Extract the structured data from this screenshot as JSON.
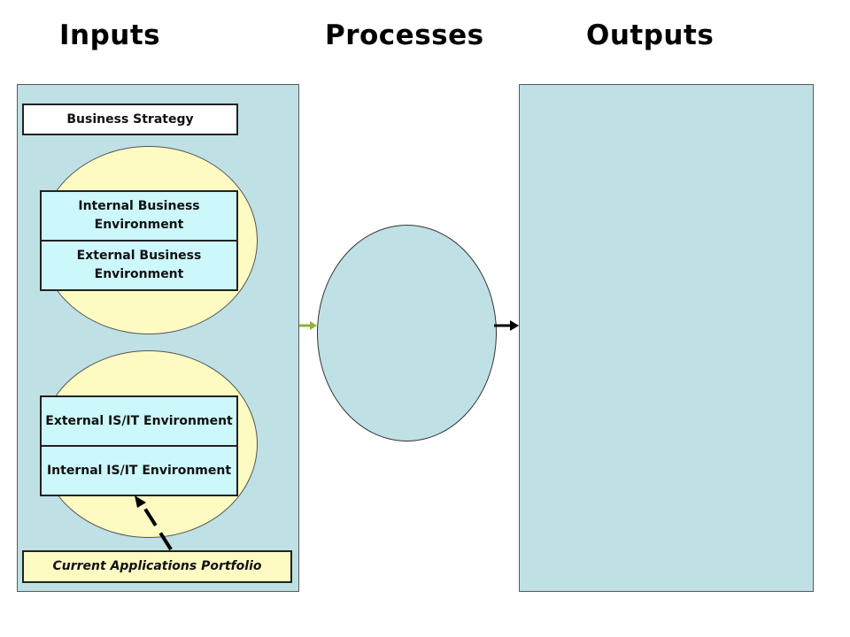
{
  "headings": {
    "inputs": "Inputs",
    "processes": "Processes",
    "outputs": "Outputs"
  },
  "inputs": {
    "business_strategy": "Business Strategy",
    "internal_business_environment": "Internal Business Environment",
    "external_business_environment": "External Business Environment",
    "external_isit_environment": "External IS/IT Environment",
    "internal_isit_environment": "Internal IS/IT Environment",
    "current_applications_portfolio": "Current Applications Portfolio"
  },
  "colors": {
    "panel": "#bfe0e4",
    "oval": "#fdfbc2",
    "box_cyan": "#ccf7fb",
    "arrow_green": "#8db33a",
    "arrow_black": "#000000"
  }
}
